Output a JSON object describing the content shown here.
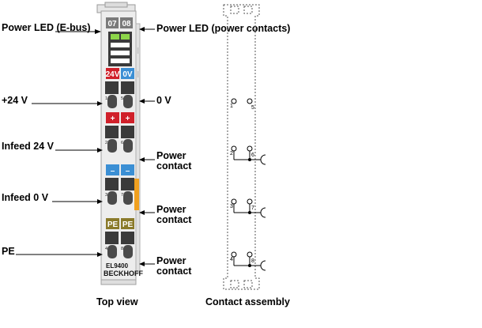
{
  "left_labels": {
    "power_led_ebus": "Power LED (E-bus)",
    "plus_24v": "+24 V",
    "infeed_24v": "Infeed 24 V",
    "infeed_0v": "Infeed 0 V",
    "pe": "PE"
  },
  "right_labels": {
    "power_led_contacts": "Power LED (power contacts)",
    "zero_v": "0 V",
    "power_contact": "Power",
    "contact": "contact"
  },
  "terminal": {
    "led_left": "07",
    "led_right": "08",
    "tag_24v": "24V",
    "tag_0v": "0V",
    "tag_plus": "+",
    "tag_minus": "–",
    "tag_pe": "PE",
    "model": "EL9400",
    "brand": "BECKHOFF",
    "slot_numbers": [
      "1",
      "5",
      "2",
      "6",
      "3",
      "7",
      "4",
      "8"
    ]
  },
  "contacts": {
    "pins": [
      "1",
      "5",
      "2",
      "6",
      "3",
      "7",
      "4",
      "8"
    ]
  },
  "captions": {
    "top_view": "Top view",
    "contact_assembly": "Contact assembly"
  },
  "colors": {
    "red_tag": "#d0202a",
    "blue_tag": "#3b8fd4",
    "pe_tag": "#8a7a2a",
    "orange_strip": "#f0a020",
    "led_green": "#8dd64a"
  }
}
